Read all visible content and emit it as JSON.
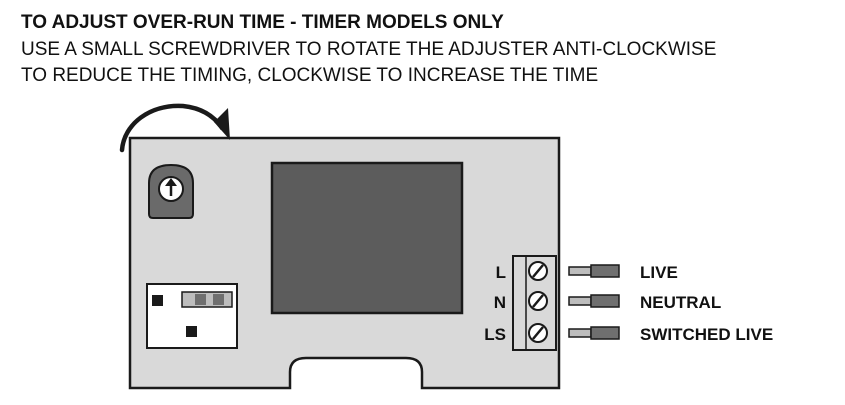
{
  "heading": "TO ADJUST OVER-RUN TIME - TIMER MODELS ONLY",
  "instructions": [
    "USE A SMALL SCREWDRIVER TO ROTATE THE ADJUSTER ANTI-CLOCKWISE",
    "TO REDUCE THE TIMING, CLOCKWISE TO INCREASE THE TIME"
  ],
  "terminals": [
    {
      "label": "L",
      "wire": "LIVE"
    },
    {
      "label": "N",
      "wire": "NEUTRAL"
    },
    {
      "label": "LS",
      "wire": "SWITCHED LIVE"
    }
  ],
  "colors": {
    "board_fill": "#d9d9d9",
    "outline": "#1a1a1a",
    "display_fill": "#5c5c5c",
    "adjuster_fill": "#6a6a6a",
    "wire_dark": "#6f6f6f",
    "wire_light": "#bdbdbd"
  },
  "icons": {
    "rotate_arrow": "clockwise-arrow-icon",
    "adjuster": "up-arrow-in-circle-icon",
    "screw": "slotted-screw-icon"
  }
}
